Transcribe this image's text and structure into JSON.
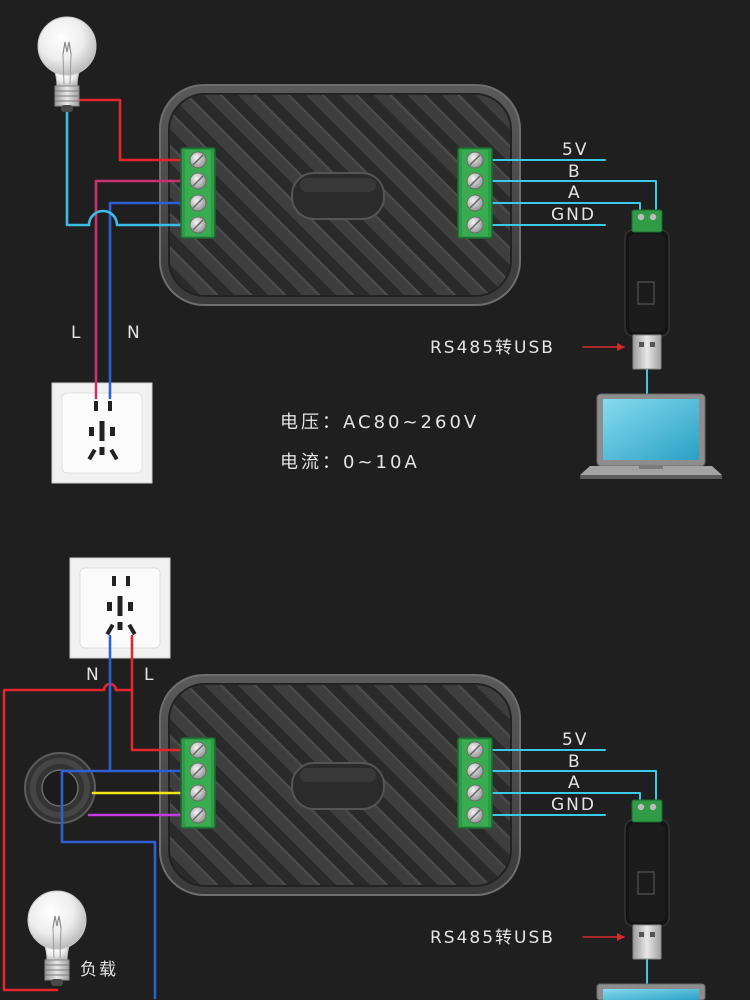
{
  "top_diagram": {
    "bus_pins": {
      "power": "5V",
      "b": "B",
      "a": "A",
      "ground": "GND"
    },
    "converter_label": "RS485转USB",
    "live_label": "L",
    "neutral_label": "N",
    "voltage_spec": "电压：AC80~260V",
    "current_spec": "电流：0~10A"
  },
  "bottom_diagram": {
    "bus_pins": {
      "power": "5V",
      "b": "B",
      "a": "A",
      "ground": "GND"
    },
    "converter_label": "RS485转USB",
    "neutral_label": "N",
    "live_label": "L",
    "load_label": "负载"
  },
  "colors": {
    "background": "#1f1f1f",
    "live_wire": "#e3262b",
    "pink_wire": "#c8336f",
    "neutral_wire": "#2f5fd3",
    "lamp_wire": "#3dbde3",
    "bus_wire": "#3cc8e6",
    "yellow_wire": "#f2e41c",
    "magenta_wire": "#c43be0",
    "arrow": "#d32b2b"
  }
}
